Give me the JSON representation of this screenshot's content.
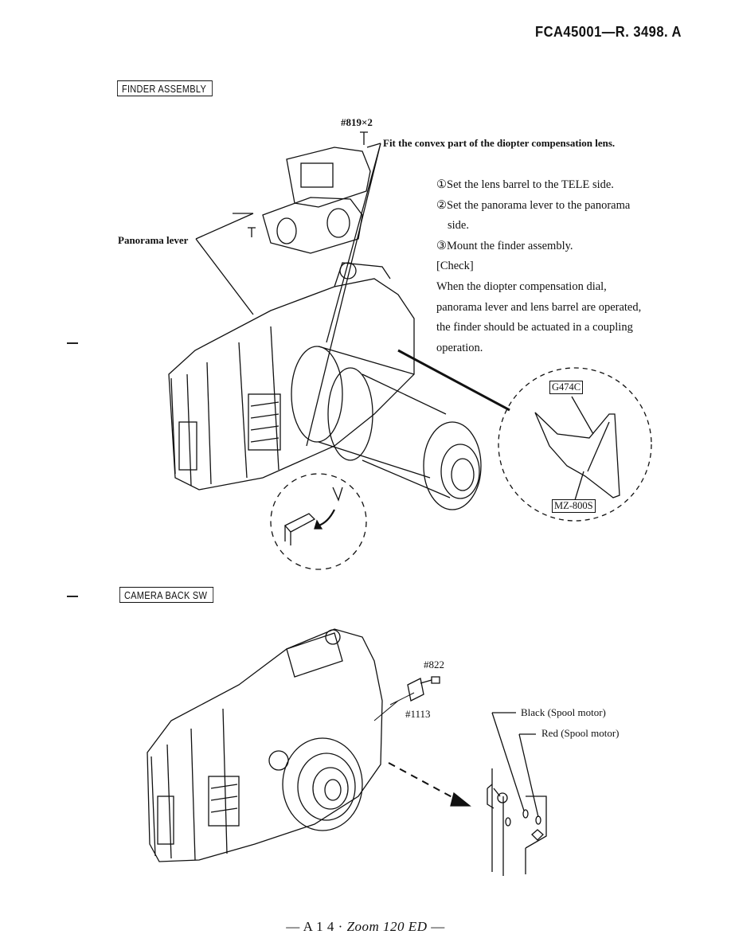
{
  "header": {
    "doc_id": "FCA45001—R. 3498. A"
  },
  "finder_section": {
    "title": "FINDER ASSEMBLY",
    "screw_label": "#819×2",
    "fit_note": "Fit the convex part of the diopter compensation lens.",
    "panorama_label": "Panorama lever",
    "steps": [
      "①Set the lens barrel to the TELE side.",
      "②Set the panorama lever to the panorama",
      "side.",
      "③Mount the finder assembly.",
      "[Check]",
      "When the diopter compensation dial,",
      "panorama lever and lens barrel are operated,",
      "the finder should be actuated in a coupling",
      "operation."
    ],
    "detail_top_label": "G474C",
    "detail_bottom_label": "MZ-800S"
  },
  "back_section": {
    "title": "CAMERA BACK SW",
    "screw_label": "#822",
    "part_label": "#1113",
    "wire_black": "Black  (Spool motor)",
    "wire_red": "Red  (Spool motor)"
  },
  "footer": {
    "prefix": "— A 1 4 · ",
    "title": "Zoom 120 ED",
    "suffix": " —"
  }
}
